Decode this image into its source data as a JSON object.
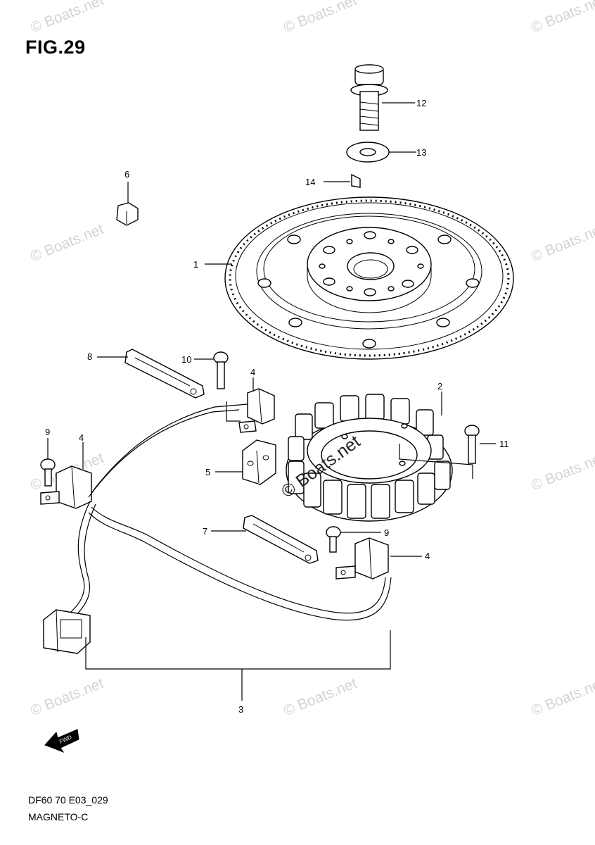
{
  "figure": {
    "title": "FIG.29"
  },
  "footer": {
    "code": "DF60 70 E03_029",
    "name": "MAGNETO-C"
  },
  "watermark": {
    "text": "© Boats.net",
    "center_text": "© Boats.net"
  },
  "arrow": {
    "label": "FWD"
  },
  "callouts": [
    "1",
    "2",
    "3",
    "4",
    "4",
    "4",
    "5",
    "6",
    "7",
    "8",
    "9",
    "9",
    "10",
    "11",
    "12",
    "13",
    "14"
  ]
}
